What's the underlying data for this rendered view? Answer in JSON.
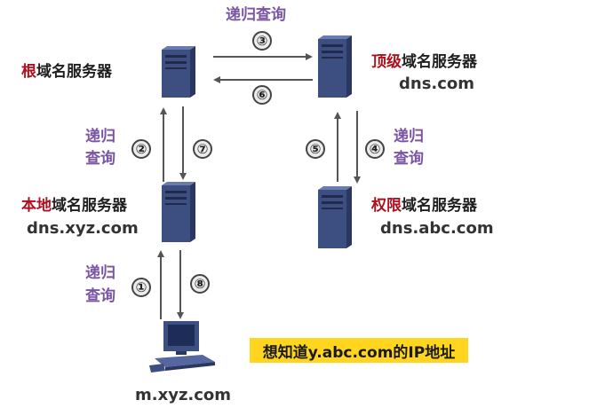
{
  "servers": {
    "root": {
      "highlight": "根",
      "rest": "域名服务器"
    },
    "tld": {
      "highlight": "顶级",
      "rest": "域名服务器",
      "host": "dns.com"
    },
    "local": {
      "highlight": "本地",
      "rest": "域名服务器",
      "host": "dns.xyz.com"
    },
    "auth": {
      "highlight": "权限",
      "rest": "域名服务器",
      "host": "dns.abc.com"
    }
  },
  "client": {
    "host": "m.xyz.com"
  },
  "query_labels": {
    "top": "递归查询",
    "left_mid_line1": "递归",
    "left_mid_line2": "查询",
    "right_mid_line1": "递归",
    "right_mid_line2": "查询",
    "bottom_line1": "递归",
    "bottom_line2": "查询"
  },
  "steps": [
    "①",
    "②",
    "③",
    "④",
    "⑤",
    "⑥",
    "⑦",
    "⑧"
  ],
  "note": "想知道y.abc.com的IP地址",
  "colors": {
    "highlight": "#b0101c",
    "query_text": "#7a55a3",
    "note_bg": "#ffd51f"
  }
}
